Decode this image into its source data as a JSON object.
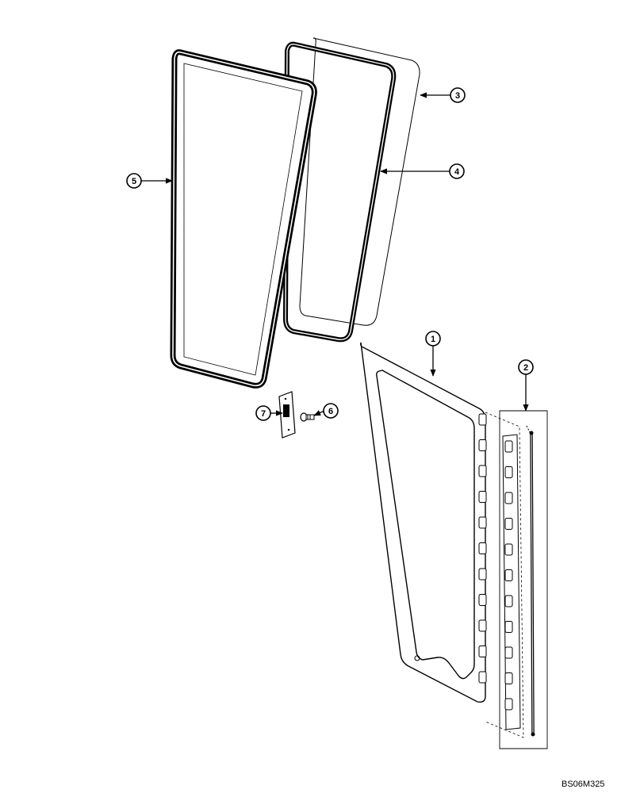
{
  "diagram": {
    "drawing_id": "BS06M325",
    "callouts": [
      {
        "id": "callout-1",
        "label": "1"
      },
      {
        "id": "callout-2",
        "label": "2"
      },
      {
        "id": "callout-3",
        "label": "3"
      },
      {
        "id": "callout-4",
        "label": "4"
      },
      {
        "id": "callout-5",
        "label": "5"
      },
      {
        "id": "callout-6",
        "label": "6"
      },
      {
        "id": "callout-7",
        "label": "7"
      }
    ]
  }
}
